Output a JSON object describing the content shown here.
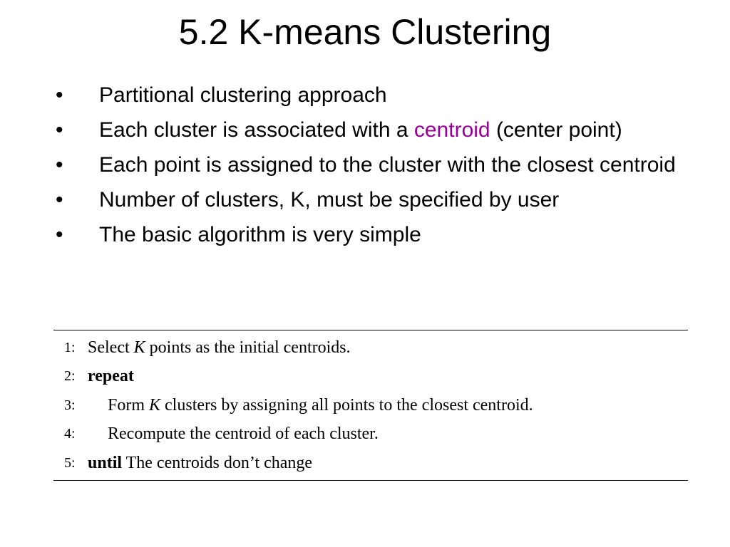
{
  "title": "5.2 K-means Clustering",
  "bullet_marker": "•",
  "bullets": {
    "b1": "Partitional clustering approach",
    "b2_pre": "Each cluster is associated with a ",
    "b2_accent": "centroid",
    "b2_post": " (center point)",
    "b3": "Each point is assigned to the cluster with the closest centroid",
    "b4": "Number of clusters, K, must be specified by user",
    "b5": "The basic algorithm is very simple"
  },
  "accent_color": "#990099",
  "algorithm": {
    "l1": {
      "num": "1:",
      "pre": "Select ",
      "var": "K",
      "post": " points as the initial centroids."
    },
    "l2": {
      "num": "2:",
      "kw": "repeat"
    },
    "l3": {
      "num": "3:",
      "pre": "Form ",
      "var": "K",
      "post": " clusters by assigning all points to the closest centroid."
    },
    "l4": {
      "num": "4:",
      "text": "Recompute the centroid of each cluster."
    },
    "l5": {
      "num": "5:",
      "kw": "until",
      "post": " The centroids don’t change"
    }
  }
}
